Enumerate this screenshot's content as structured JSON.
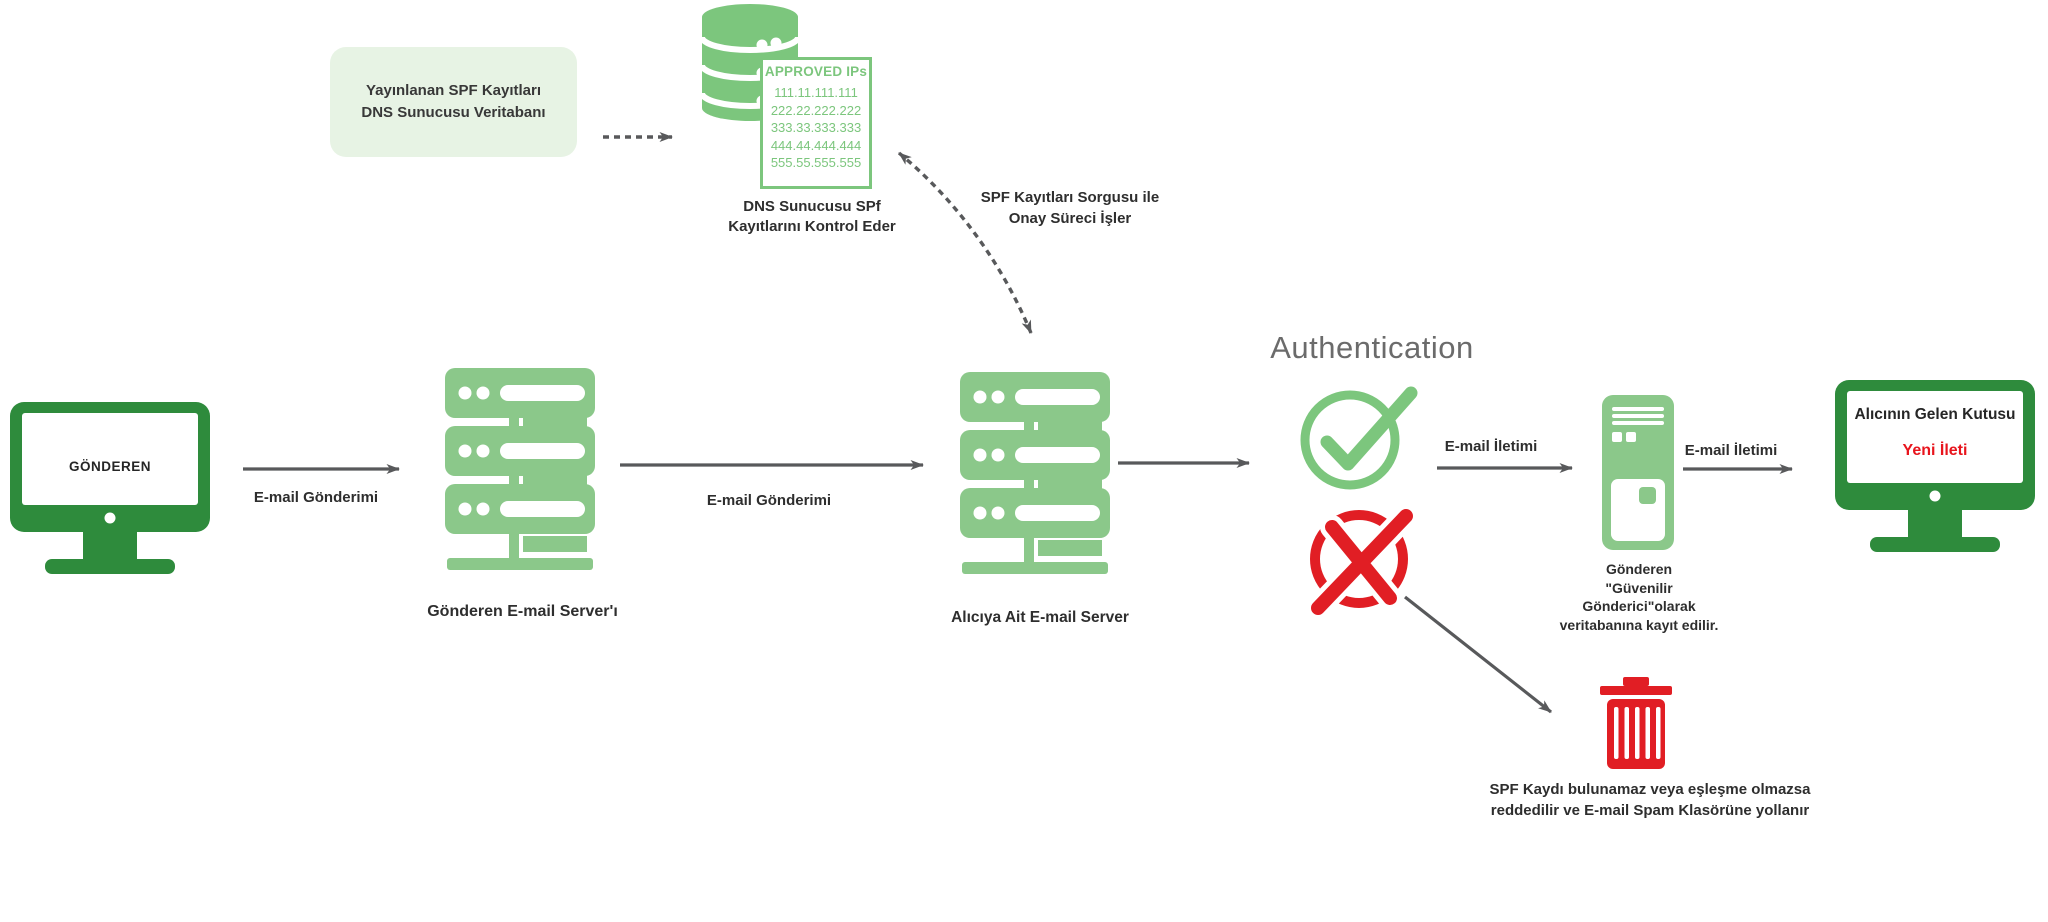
{
  "colors": {
    "monitor_dark_green": "#2E8B3C",
    "server_light_green": "#8BC88A",
    "icon_green": "#7CC67D",
    "pale_green_box": "#E7F3E4",
    "alert_red": "#E11E24",
    "arrow_gray": "#58595B",
    "label_text": "#2E2E2E",
    "auth_gray": "#6B6B6B"
  },
  "spf_box": {
    "line1": "Yayınlanan SPF Kayıtları",
    "line2": "DNS Sunucusu Veritabanı"
  },
  "dns_database": {
    "card_title": "APPROVED IPs",
    "ips": [
      "111.11.111.111",
      "222.22.222.222",
      "333.33.333.333",
      "444.44.444.444",
      "555.55.555.555"
    ],
    "caption_line1": "DNS Sunucusu SPf",
    "caption_line2": "Kayıtlarını Kontrol Eder"
  },
  "spf_query": {
    "line1": "SPF Kayıtları Sorgusu ile",
    "line2": "Onay Süreci İşler"
  },
  "sender_computer": {
    "screen_label": "GÖNDEREN"
  },
  "flow_labels": {
    "send1": "E-mail Gönderimi",
    "send2": "E-mail Gönderimi",
    "deliver1": "E-mail İletimi",
    "deliver2": "E-mail İletimi"
  },
  "sender_server_caption": "Gönderen E-mail Server'ı",
  "recipient_server_caption": "Alıcıya Ait E-mail Server",
  "authentication_title": "Authentication",
  "trusted_sender": {
    "line1": "Gönderen",
    "line2": "\"Güvenilir Gönderici\"olarak",
    "line3": "veritabanına kayıt edilir."
  },
  "recipient_inbox": {
    "line1": "Alıcının Gelen Kutusu",
    "line2": "Yeni İleti"
  },
  "spam_note": {
    "line1": "SPF Kaydı bulunamaz veya eşleşme olmazsa",
    "line2": "reddedilir ve E-mail Spam Klasörüne yollanır"
  }
}
